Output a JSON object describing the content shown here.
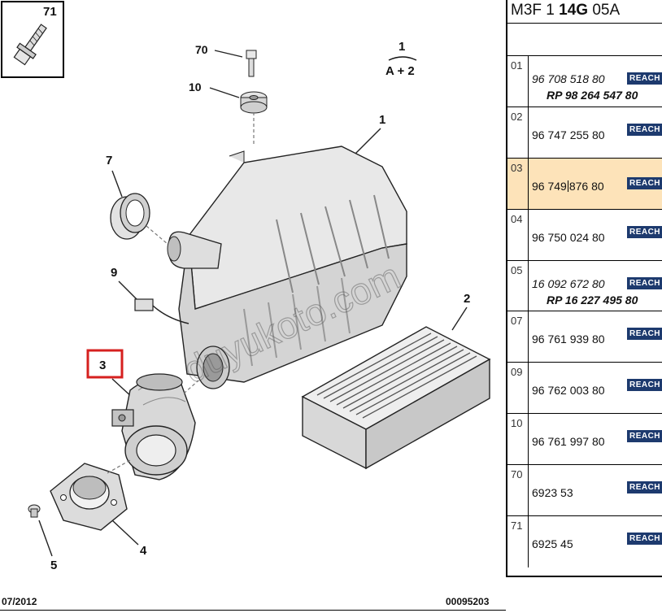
{
  "header": {
    "code_prefix": "M3F 1 ",
    "code_bold": "14G",
    "code_suffix": " 05A"
  },
  "diagram": {
    "callouts": [
      {
        "num": "71"
      },
      {
        "num": "70"
      },
      {
        "num": "10"
      },
      {
        "num": "1"
      },
      {
        "num": "7"
      },
      {
        "num": "9"
      },
      {
        "num": "3"
      },
      {
        "num": "2"
      },
      {
        "num": "4"
      },
      {
        "num": "5"
      }
    ],
    "assembly_note": {
      "num": "1",
      "sub": "A + 2"
    },
    "watermark": "duyukoto.com",
    "selected_part": "3"
  },
  "parts": [
    {
      "index": "01",
      "ref": "96 708 518 80",
      "italic": true,
      "alt_ref": "RP 98 264 547 80",
      "badge": "REACH"
    },
    {
      "index": "02",
      "ref": "96 747 255 80",
      "italic": false,
      "alt_ref": "",
      "badge": "REACH"
    },
    {
      "index": "03",
      "ref_a": "96 749",
      "ref_b": "876 80",
      "italic": false,
      "alt_ref": "",
      "badge": "REACH",
      "selected": true
    },
    {
      "index": "04",
      "ref": "96 750 024 80",
      "italic": false,
      "alt_ref": "",
      "badge": "REACH"
    },
    {
      "index": "05",
      "ref": "16 092 672 80",
      "italic": true,
      "alt_ref": "RP 16 227 495 80",
      "badge": "REACH"
    },
    {
      "index": "07",
      "ref": "96 761 939 80",
      "italic": false,
      "alt_ref": "",
      "badge": "REACH"
    },
    {
      "index": "09",
      "ref": "96 762 003 80",
      "italic": false,
      "alt_ref": "",
      "badge": "REACH"
    },
    {
      "index": "10",
      "ref": "96 761 997 80",
      "italic": false,
      "alt_ref": "",
      "badge": "REACH"
    },
    {
      "index": "70",
      "ref": "6923 53",
      "italic": false,
      "alt_ref": "",
      "badge": "REACH"
    },
    {
      "index": "71",
      "ref": "6925 45",
      "italic": false,
      "alt_ref": "",
      "badge": "REACH"
    }
  ],
  "footer": {
    "date": "07/2012",
    "doc_number": "00095203"
  },
  "colors": {
    "selected_row": "#fde3b9",
    "badge_bg": "#1d3a6e",
    "highlight_box": "#d6201f"
  }
}
